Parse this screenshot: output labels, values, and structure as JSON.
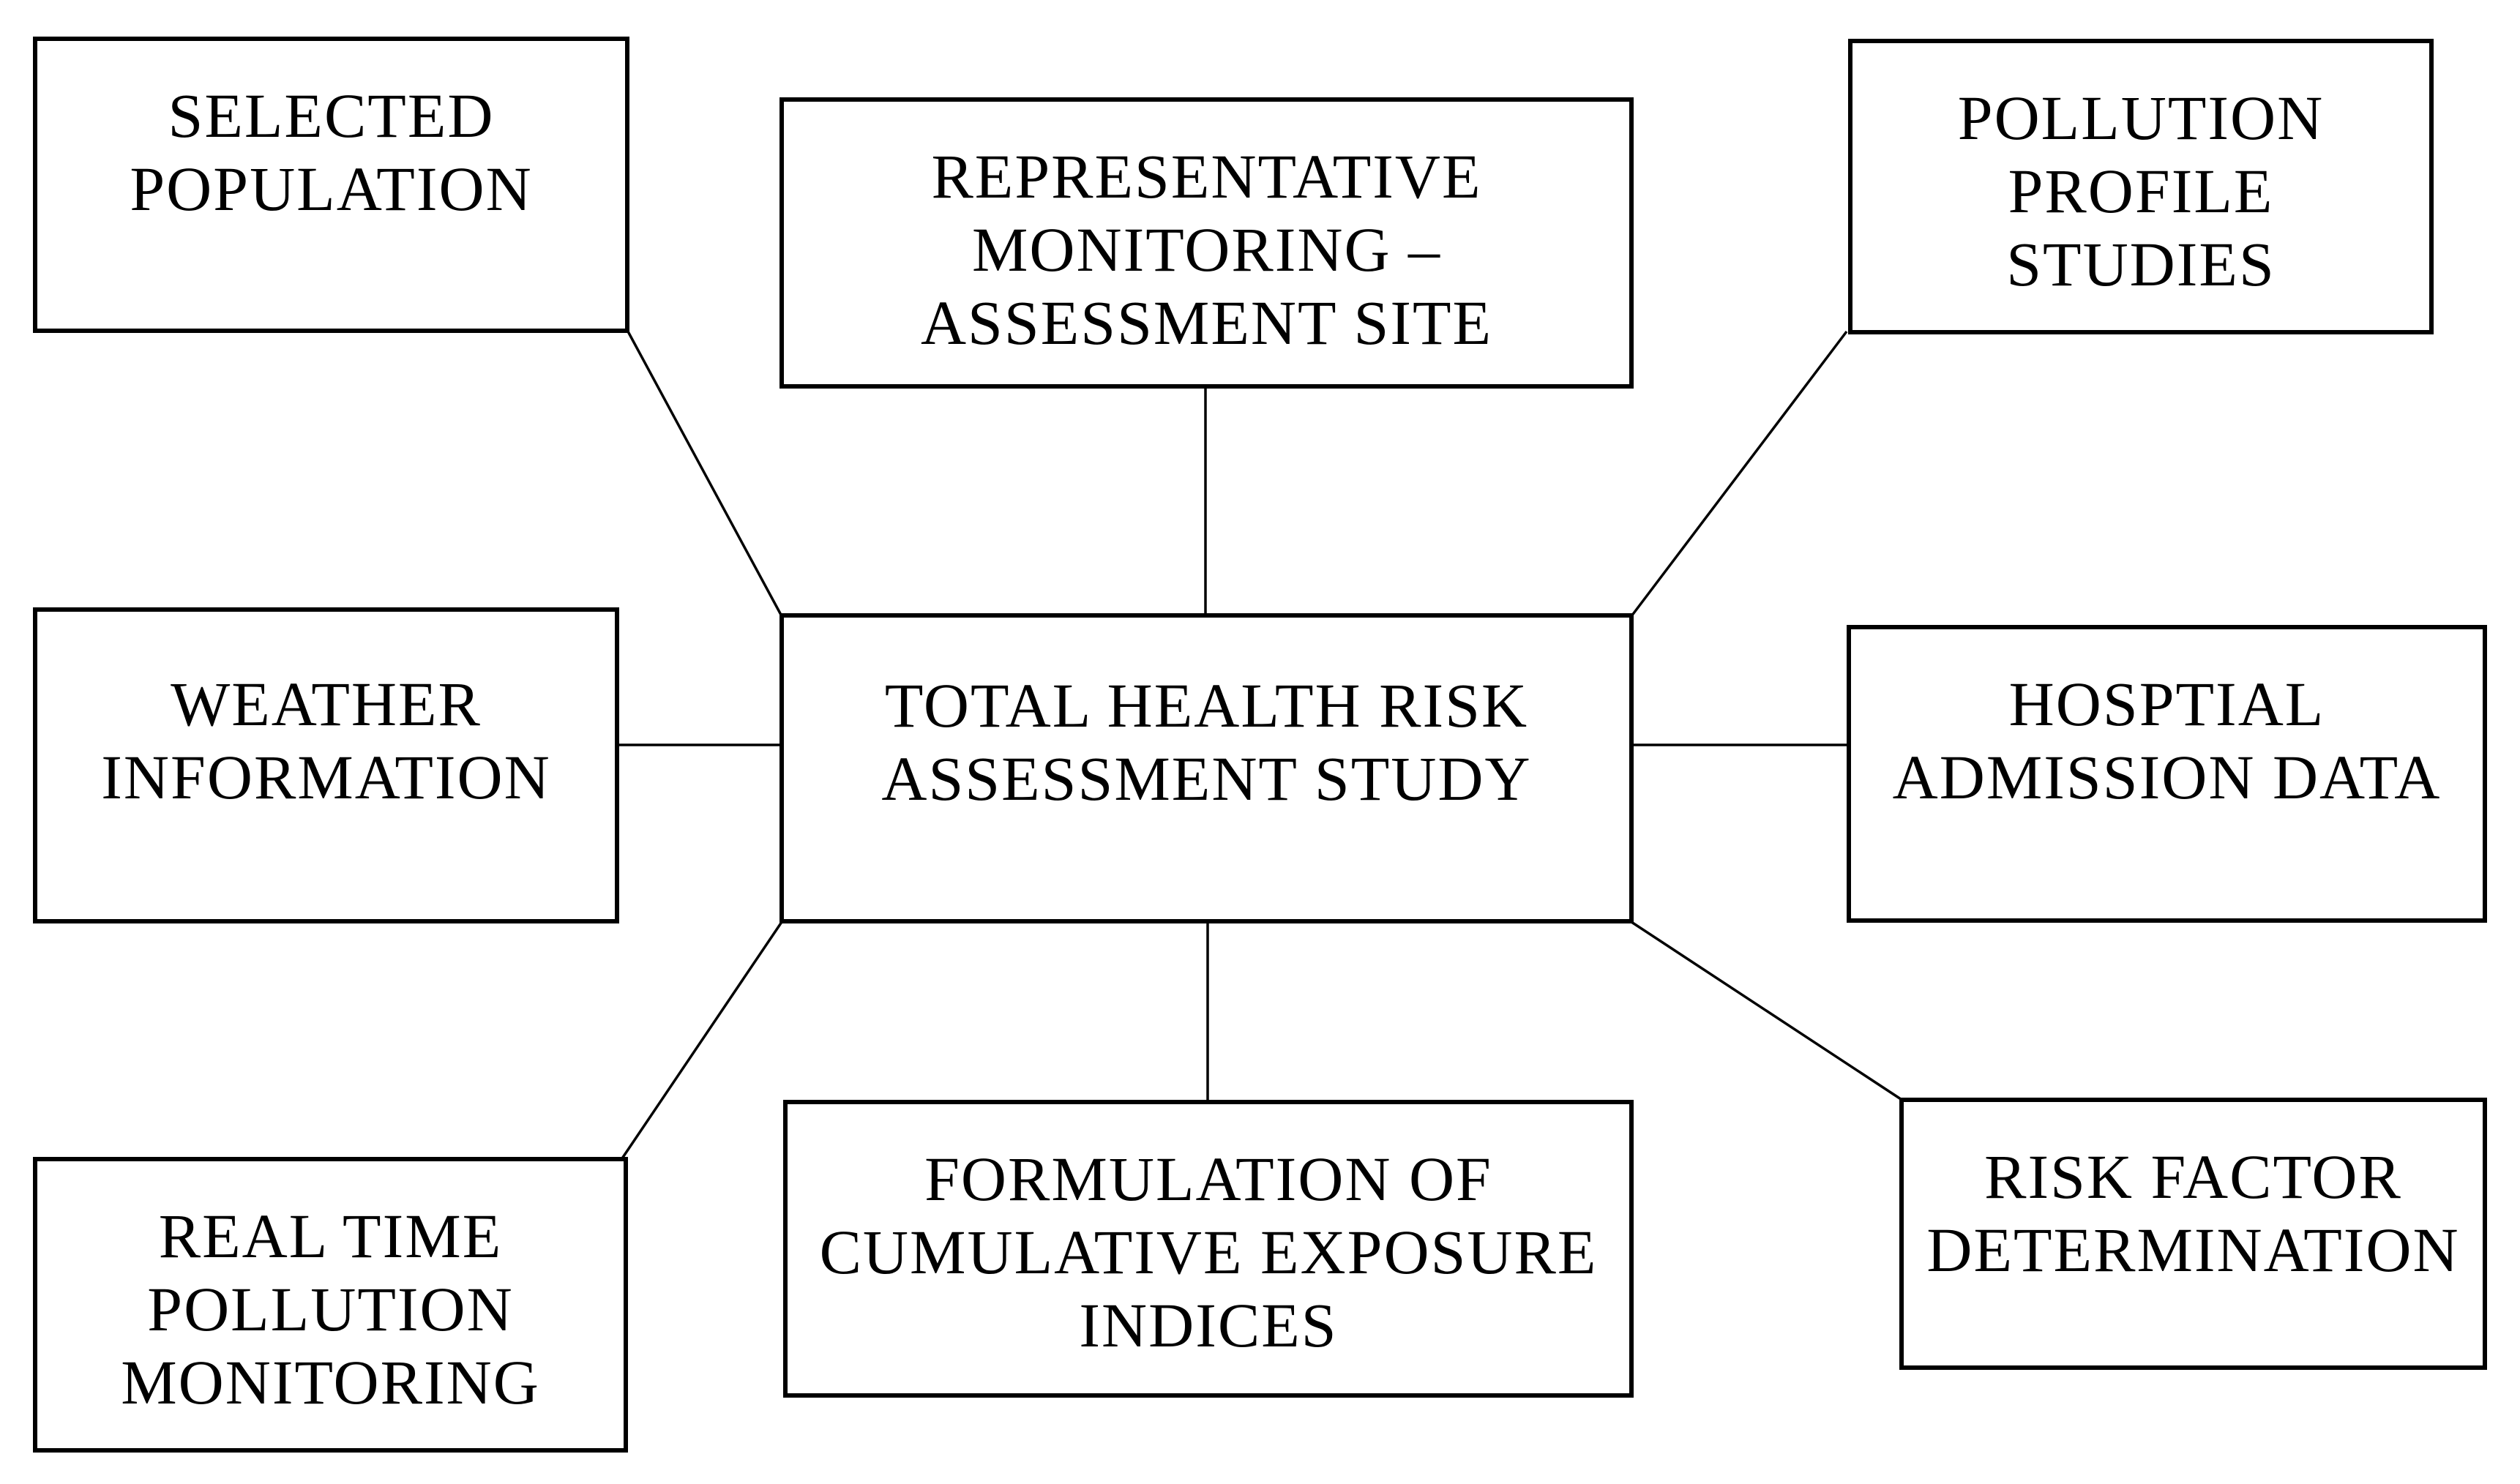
{
  "diagram": {
    "type": "hub-and-spoke-flowchart",
    "background_color": "#ffffff",
    "line_color": "#000000",
    "nodes": [
      {
        "id": "selected-population",
        "lines": [
          "SELECTED",
          "POPULATION"
        ]
      },
      {
        "id": "representative-monitoring-assessment-site",
        "lines": [
          "REPRESENTATIVE",
          "MONITORING –",
          "ASSESSMENT SITE"
        ]
      },
      {
        "id": "pollution-profile-studies",
        "lines": [
          "POLLUTION",
          "PROFILE",
          "STUDIES"
        ]
      },
      {
        "id": "weather-information",
        "lines": [
          "WEATHER",
          "INFORMATION"
        ]
      },
      {
        "id": "total-health-risk-assessment-study",
        "lines": [
          "TOTAL HEALTH RISK",
          "ASSESSMENT STUDY"
        ]
      },
      {
        "id": "hosptial-admission-data",
        "lines": [
          "HOSPTIAL",
          "ADMISSION DATA"
        ]
      },
      {
        "id": "real-time-pollution-monitoring",
        "lines": [
          "REAL TIME",
          "POLLUTION",
          "MONITORING"
        ]
      },
      {
        "id": "formulation-of-cumulative-exposure-indices",
        "lines": [
          "FORMULATION OF",
          "CUMULATIVE EXPOSURE",
          "INDICES"
        ]
      },
      {
        "id": "risk-factor-determination",
        "lines": [
          "RISK FACTOR",
          "DETERMINATION"
        ]
      }
    ],
    "edges": [
      {
        "from": "selected-population",
        "to": "total-health-risk-assessment-study"
      },
      {
        "from": "representative-monitoring-assessment-site",
        "to": "total-health-risk-assessment-study"
      },
      {
        "from": "pollution-profile-studies",
        "to": "total-health-risk-assessment-study"
      },
      {
        "from": "weather-information",
        "to": "total-health-risk-assessment-study"
      },
      {
        "from": "total-health-risk-assessment-study",
        "to": "hosptial-admission-data"
      },
      {
        "from": "total-health-risk-assessment-study",
        "to": "real-time-pollution-monitoring"
      },
      {
        "from": "total-health-risk-assessment-study",
        "to": "formulation-of-cumulative-exposure-indices"
      },
      {
        "from": "total-health-risk-assessment-study",
        "to": "risk-factor-determination"
      }
    ]
  }
}
